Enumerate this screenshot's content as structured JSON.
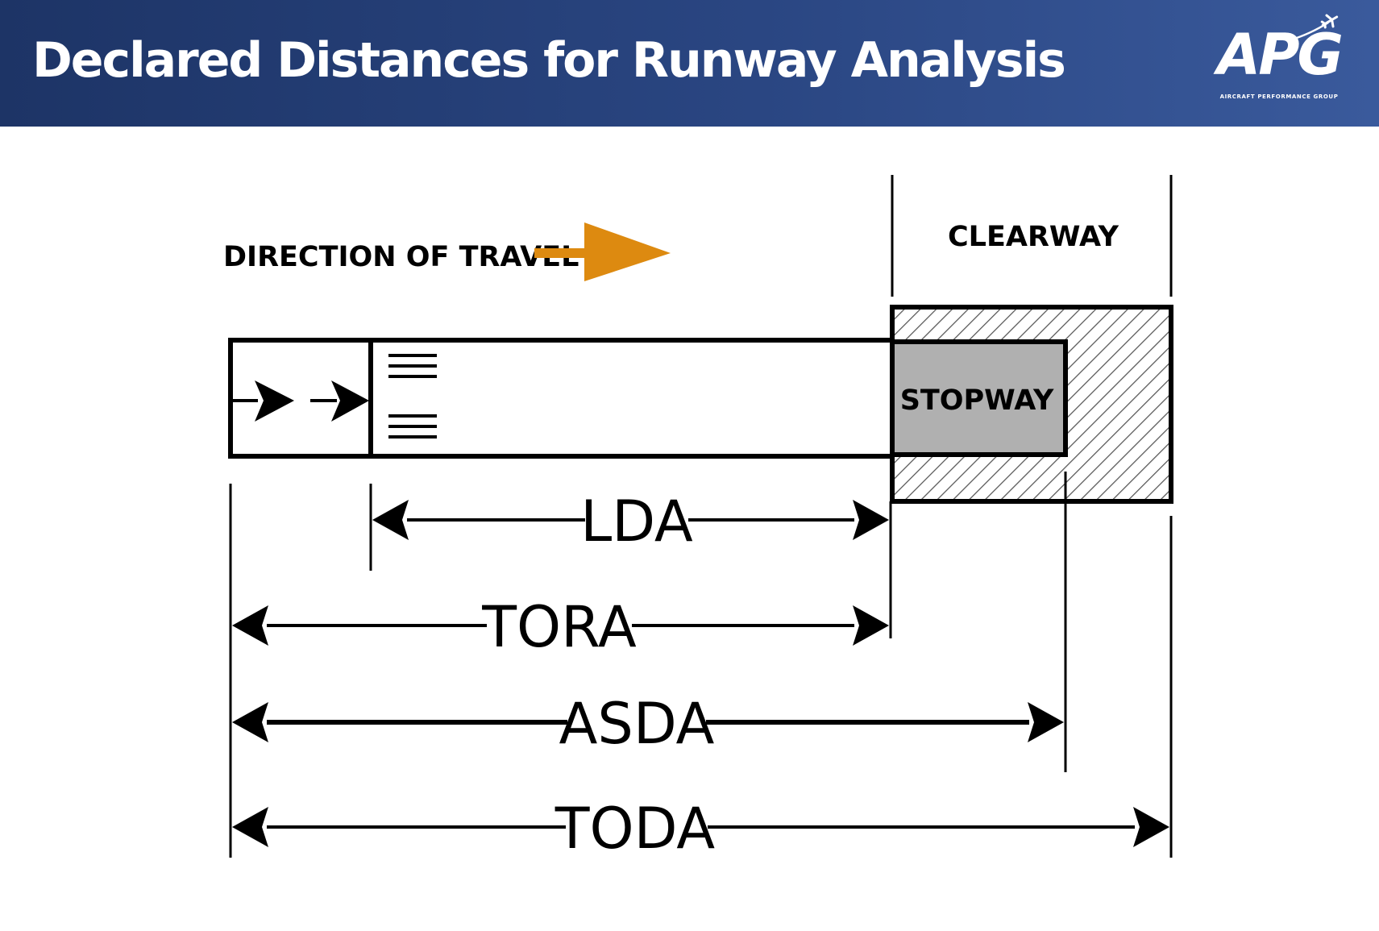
{
  "header": {
    "title": "Declared Distances for Runway Analysis",
    "logo_text": "APG",
    "logo_subtitle": "AIRCRAFT PERFORMANCE GROUP"
  },
  "diagram": {
    "direction_label": "DIRECTION OF TRAVEL",
    "clearway_label": "CLEARWAY",
    "stopway_label": "STOPWAY",
    "distances": [
      {
        "id": "lda",
        "label": "LDA"
      },
      {
        "id": "tora",
        "label": "TORA"
      },
      {
        "id": "asda",
        "label": "ASDA"
      },
      {
        "id": "toda",
        "label": "TODA"
      }
    ]
  },
  "colors": {
    "header_dark": "#1d3466",
    "header_light": "#3a5a9c",
    "arrow_orange": "#dd8a10",
    "stopway_gray": "#b0b0b0",
    "line_black": "#000000"
  },
  "icons": {
    "direction": "orange-right-arrow-icon",
    "logo_plane": "airplane-icon",
    "threshold_arrows": "chevron-arrow-icon",
    "threshold_markings": "threshold-marking-bars"
  }
}
